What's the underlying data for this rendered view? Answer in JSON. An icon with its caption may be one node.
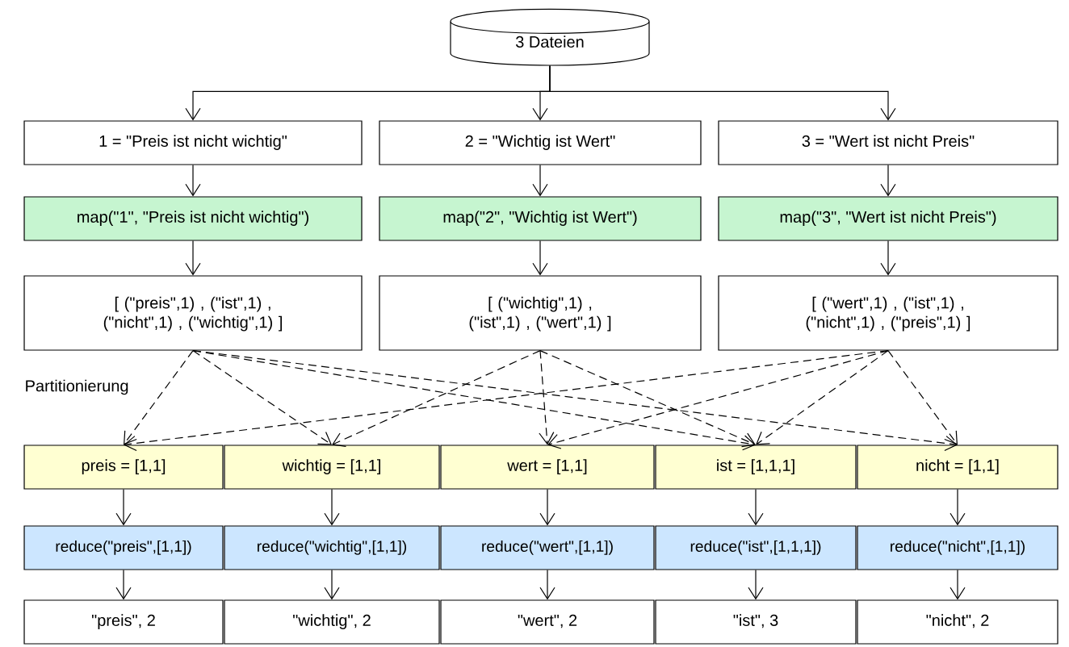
{
  "diagram": {
    "nodes": [
      {
        "text": [
          "3 Dateien"
        ]
      },
      {
        "text": [
          "1 = \"Preis ist nicht wichtig\""
        ]
      },
      {
        "text": [
          "2 = \"Wichtig ist Wert\""
        ]
      },
      {
        "text": [
          "3 = \"Wert ist nicht Preis\""
        ]
      },
      {
        "text": [
          "map(\"1\", \"Preis ist nicht wichtig\")"
        ]
      },
      {
        "text": [
          "map(\"2\", \"Wichtig ist Wert\")"
        ]
      },
      {
        "text": [
          "map(\"3\", \"Wert ist nicht Preis\")"
        ]
      },
      {
        "text": [
          "[ (\"preis\",1) , (\"ist\",1) , (\"nicht\",1) , (\"wichtig\",1) ]"
        ]
      },
      {
        "text": [
          "[ (\"wichtig\",1) , (\"ist\",1) , (\"wert\",1) ]"
        ]
      },
      {
        "text": [
          "[ (\"wert\",1) , (\"ist\",1) , (\"nicht\",1) , (\"preis\",1) ]"
        ]
      },
      {
        "text": [
          "preis = [1,1]"
        ]
      },
      {
        "text": [
          "wichtig = [1,1]"
        ]
      },
      {
        "text": [
          "wert = [1,1]"
        ]
      },
      {
        "text": [
          "ist = [1,1,1]"
        ]
      },
      {
        "text": [
          "nicht = [1,1]"
        ]
      },
      {
        "text": [
          "reduce(\"preis\",[1,1])"
        ]
      },
      {
        "text": [
          "reduce(\"wichtig\",[1,1])"
        ]
      },
      {
        "text": [
          "reduce(\"wert\",[1,1])"
        ]
      },
      {
        "text": [
          "reduce(\"ist\",[1,1,1])"
        ]
      },
      {
        "text": [
          "reduce(\"nicht\",[1,1])"
        ]
      },
      {
        "text": [
          "\"preis\", 2"
        ]
      },
      {
        "text": [
          "\"wichtig\", 2"
        ]
      },
      {
        "text": [
          "\"wert\", 2"
        ]
      },
      {
        "text": [
          "\"ist\", 3"
        ]
      },
      {
        "text": [
          "\"nicht\", 2"
        ]
      }
    ],
    "edges": [
      {
        "from": 0,
        "to": 1,
        "arrow": "to"
      },
      {
        "from": 0,
        "to": 2,
        "arrow": "to"
      },
      {
        "from": 0,
        "to": 3,
        "arrow": "to"
      },
      {
        "from": 1,
        "to": 4,
        "arrow": "to"
      },
      {
        "from": 2,
        "to": 5,
        "arrow": "to"
      },
      {
        "from": 3,
        "to": 6,
        "arrow": "to"
      },
      {
        "from": 4,
        "to": 7,
        "arrow": "to"
      },
      {
        "from": 5,
        "to": 8,
        "arrow": "to"
      },
      {
        "from": 6,
        "to": 9,
        "arrow": "to"
      },
      {
        "from": 7,
        "to": 10,
        "arrow": "to",
        "style": "dashed"
      },
      {
        "from": 7,
        "to": 11,
        "arrow": "to",
        "style": "dashed"
      },
      {
        "from": 7,
        "to": 13,
        "arrow": "to",
        "style": "dashed"
      },
      {
        "from": 7,
        "to": 14,
        "arrow": "to",
        "style": "dashed"
      },
      {
        "from": 8,
        "to": 11,
        "arrow": "to",
        "style": "dashed"
      },
      {
        "from": 8,
        "to": 12,
        "arrow": "to",
        "style": "dashed"
      },
      {
        "from": 8,
        "to": 13,
        "arrow": "to",
        "style": "dashed"
      },
      {
        "from": 9,
        "to": 10,
        "arrow": "to",
        "style": "dashed"
      },
      {
        "from": 9,
        "to": 12,
        "arrow": "to",
        "style": "dashed"
      },
      {
        "from": 9,
        "to": 13,
        "arrow": "to",
        "style": "dashed"
      },
      {
        "from": 9,
        "to": 14,
        "arrow": "to",
        "style": "dashed"
      },
      {
        "from": 10,
        "to": 15,
        "arrow": "to"
      },
      {
        "from": 11,
        "to": 16,
        "arrow": "to"
      },
      {
        "from": 12,
        "to": 17,
        "arrow": "to"
      },
      {
        "from": 13,
        "to": 18,
        "arrow": "to"
      },
      {
        "from": 14,
        "to": 19,
        "arrow": "to"
      },
      {
        "from": 15,
        "to": 20,
        "arrow": "to"
      },
      {
        "from": 16,
        "to": 21,
        "arrow": "to"
      },
      {
        "from": 17,
        "to": 22,
        "arrow": "to"
      },
      {
        "from": 18,
        "to": 23,
        "arrow": "to"
      },
      {
        "from": 19,
        "to": 24,
        "arrow": "to"
      }
    ],
    "labels": [
      "Partitionierung"
    ]
  }
}
